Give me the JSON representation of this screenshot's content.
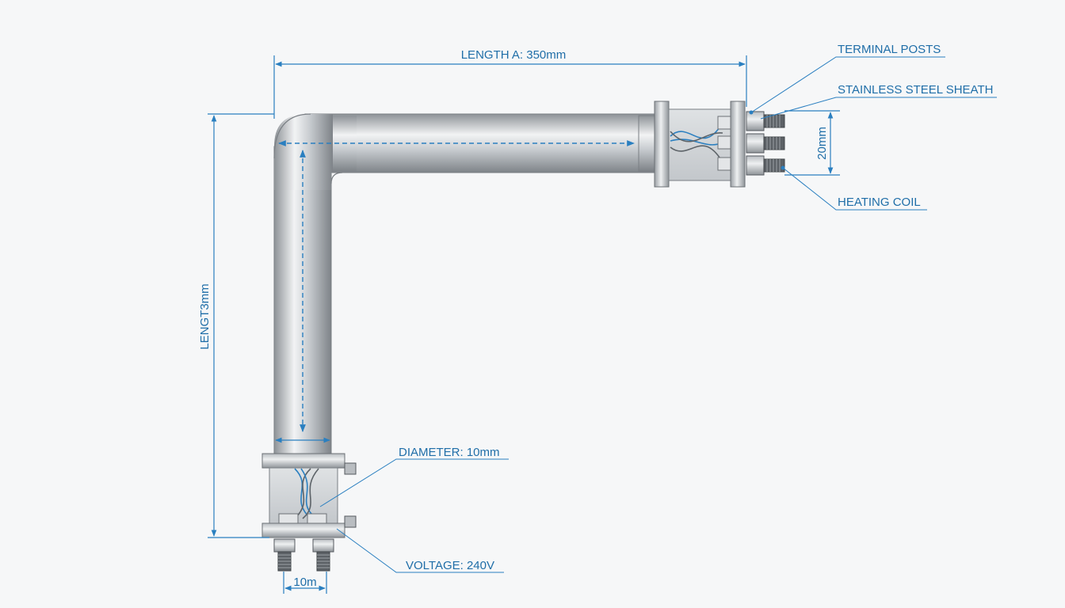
{
  "labels": {
    "length_a": "LENGTH A: 350mm",
    "length_b": "LENGT3mm",
    "terminal_posts": "TERMINAL POSTS",
    "sheath": "STAINLESS STEEL SHEATH",
    "heating_coil": "HEATING COIL",
    "diameter": "DIAMETER: 10mm",
    "voltage": "VOLTAGE: 240V",
    "dim_20mm": "20mm",
    "dim_10m": "10m"
  },
  "colors": {
    "accent": "#2a7fc0",
    "label_text": "#1f6ea8",
    "steel_light": "#e6e8ea",
    "steel_dark": "#8a8f94",
    "background": "#f6f7f8"
  }
}
